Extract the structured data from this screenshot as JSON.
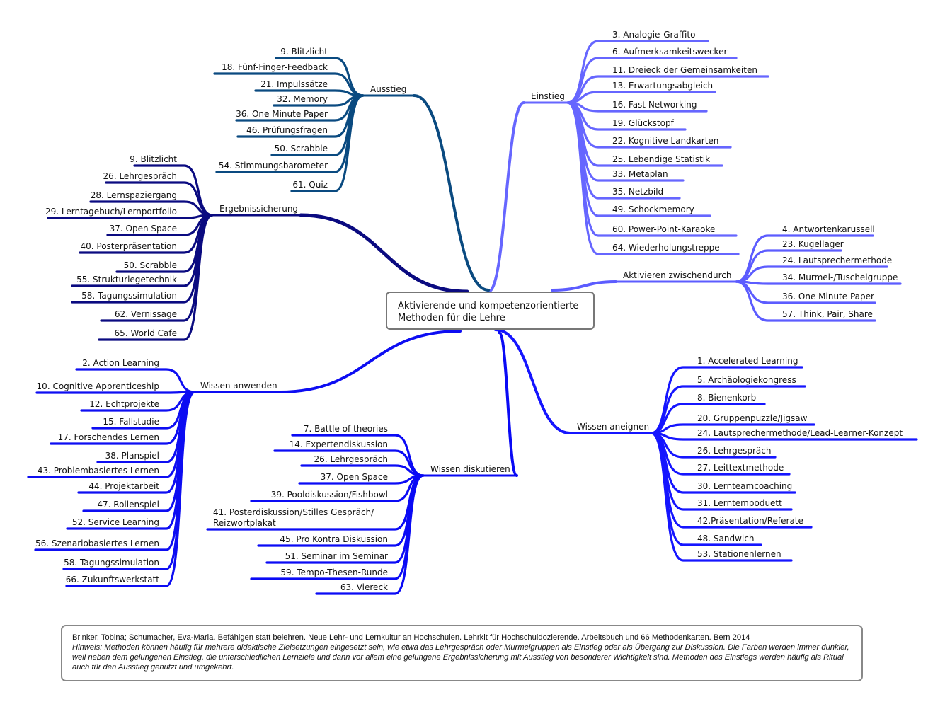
{
  "center": {
    "line1": "Aktivierende und kompetenzorientierte",
    "line2": "Methoden für die Lehre"
  },
  "note": {
    "source": "Brinker, Tobina; Schumacher, Eva-Maria. Befähigen statt belehren. Neue Lehr- und Lernkultur an Hochschulen. Lehrkit für Hochschuldozierende. Arbeitsbuch und 66 Methodenkarten. Bern  2014",
    "hint": "Hinweis: Methoden können häufig für mehrere didaktische Zielsetzungen eingesetzt sein, wie etwa das Lehrgespräch oder  Murmelgruppen als Einstieg oder als Übergang zur Diskussion.  Die Farben werden immer dunkler, weil neben dem gelungenen Einstieg, die unterschiedlichen Lernziele und dann vor allem eine gelungene Ergebnissicherung mit Ausstieg von besonderer Wichtigkeit sind. Methoden des Einstiegs werden häufig als Ritual auch für den Ausstieg genutzt und umgekehrt."
  },
  "branches": [
    {
      "id": "einstieg",
      "label": "Einstieg",
      "color": "#6666ff",
      "items": [
        "3. Analogie-Graffito",
        "6. Aufmerksamkeitswecker",
        "11. Dreieck der Gemeinsamkeiten",
        "13. Erwartungsabgleich",
        "16. Fast Networking",
        "19. Glückstopf",
        "22. Kognitive Landkarten",
        "25. Lebendige Statistik",
        "33. Metaplan",
        "35. Netzbild",
        "49. Schockmemory",
        "60. Power-Point-Karaoke",
        "64. Wiederholungstreppe"
      ]
    },
    {
      "id": "aktivieren",
      "label": "Aktivieren zwischendurch",
      "color": "#5c5cff",
      "items": [
        "4. Antwortenkarussell",
        "23. Kugellager",
        "24. Lautsprechermethode",
        "34. Murmel-/Tuschelgruppe",
        "36. One Minute Paper",
        "57. Think, Pair, Share"
      ]
    },
    {
      "id": "aneignen",
      "label": "Wissen aneignen",
      "color": "#1515ff",
      "items": [
        "1. Accelerated Learning",
        "5. Archäologiekongress",
        "8. Bienenkorb",
        "20. Gruppenpuzzle/Jigsaw",
        "24. Lautsprechermethode/Lead-Learner-Konzept",
        "26. Lehrgespräch",
        "27. Leittextmethode",
        "30. Lernteamcoaching",
        "31. Lerntempoduett",
        "42.Präsentation/Referate",
        "48. Sandwich",
        "53. Stationenlernen"
      ]
    },
    {
      "id": "diskutieren",
      "label": "Wissen diskutieren",
      "color": "#0a0af5",
      "items": [
        "7. Battle of theories",
        "14. Expertendiskussion",
        "26. Lehrgespräch",
        "37. Open Space",
        "39. Pooldiskussion/Fishbowl",
        "41. Posterdiskussion/Stilles Gespräch/ Reizwortplakat",
        "45. Pro Kontra Diskussion",
        "51. Seminar im Seminar",
        "59. Tempo-Thesen-Runde",
        "63. Viereck"
      ]
    },
    {
      "id": "anwenden",
      "label": "Wissen anwenden",
      "color": "#0d0df2",
      "items": [
        "2. Action Learning",
        "10. Cognitive Apprenticeship",
        "12. Echtprojekte",
        "15. Fallstudie",
        "17. Forschendes Lernen",
        "38. Planspiel",
        "43. Problembasiertes Lernen",
        "44. Projektarbeit",
        "47. Rollenspiel",
        "52. Service Learning",
        "56. Szenariobasiertes Lernen",
        "58. Tagungssimulation",
        "66. Zukunftswerkstatt"
      ]
    },
    {
      "id": "ergebnis",
      "label": "Ergebnissicherung",
      "color": "#0a0a80",
      "items": [
        "9. Blitzlicht",
        "26. Lehrgespräch",
        "28. Lernspaziergang",
        "29. Lerntagebuch/Lernportfolio",
        "37. Open Space",
        "40. Posterpräsentation",
        "50. Scrabble",
        "55. Strukturlegetechnik",
        "58. Tagungssimulation",
        "62. Vernissage",
        "65. World Cafe"
      ]
    },
    {
      "id": "ausstieg",
      "label": "Ausstieg",
      "color": "#0a4a80",
      "items": [
        "9. Blitzlicht",
        "18. Fünf-Finger-Feedback",
        "21. Impulssätze",
        "32. Memory",
        "36. One Minute Paper",
        "46. Prüfungsfragen",
        "50. Scrabble",
        "54. Stimmungsbarometer",
        "61. Quiz"
      ]
    }
  ]
}
